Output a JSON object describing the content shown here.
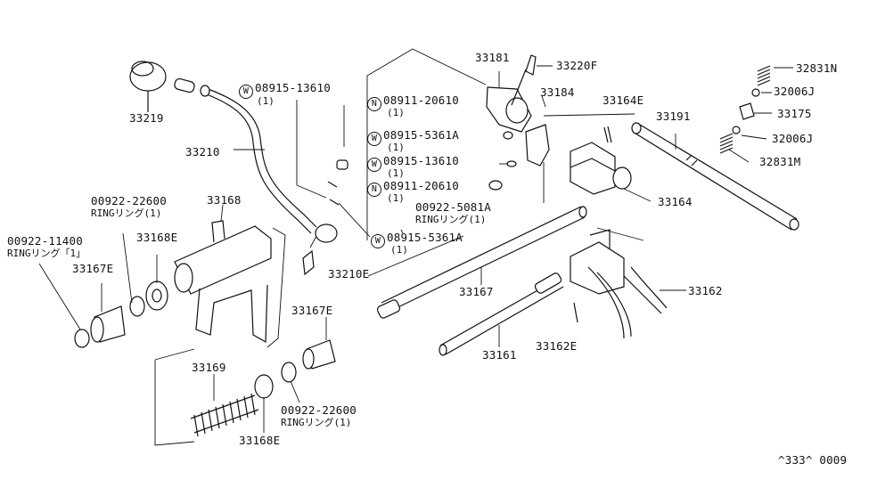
{
  "diagram_code": "^333^ 0009",
  "parts": {
    "p33219": "33219",
    "p33210": "33210",
    "p33168": "33168",
    "p33168E_top": "33168E",
    "p33167E_left": "33167E",
    "p00922_11400": "00922-11400",
    "p00922_11400_ring": "RINGリング「1」",
    "p00922_22600_top": "00922-22600",
    "p00922_22600_top_ring": "RINGリング(1)",
    "p08915_13610_a": "08915-13610",
    "p08915_13610_a_qty": "(1)",
    "p08911_20610_a": "08911-20610",
    "p08911_20610_a_qty": "(1)",
    "p08915_5361A_a": "08915-5361A",
    "p08915_5361A_a_qty": "(1)",
    "p08915_13610_b": "08915-13610",
    "p08915_13610_b_qty": "(1)",
    "p08911_20610_b": "08911-20610",
    "p08911_20610_b_qty": "(1)",
    "p08915_5361A_b": "08915-5361A",
    "p08915_5361A_b_qty": "(1)",
    "p33210E": "33210E",
    "p33181": "33181",
    "p33220F": "33220F",
    "p33184": "33184",
    "p33164E": "33164E",
    "p33191": "33191",
    "p32831N": "32831N",
    "p32006J_a": "32006J",
    "p33175": "33175",
    "p32006J_b": "32006J",
    "p32831M": "32831M",
    "p33164": "33164",
    "p00922_5081A": "00922-5081A",
    "p00922_5081A_ring": "RINGリング(1)",
    "p33167": "33167",
    "p33162": "33162",
    "p33161": "33161",
    "p33162E": "33162E",
    "p33167E_bottom": "33167E",
    "p33169": "33169",
    "p33168E_bottom": "33168E",
    "p00922_22600_bottom": "00922-22600",
    "p00922_22600_bottom_ring": "RINGリング(1)"
  },
  "markers": {
    "W": "W",
    "N": "N"
  }
}
